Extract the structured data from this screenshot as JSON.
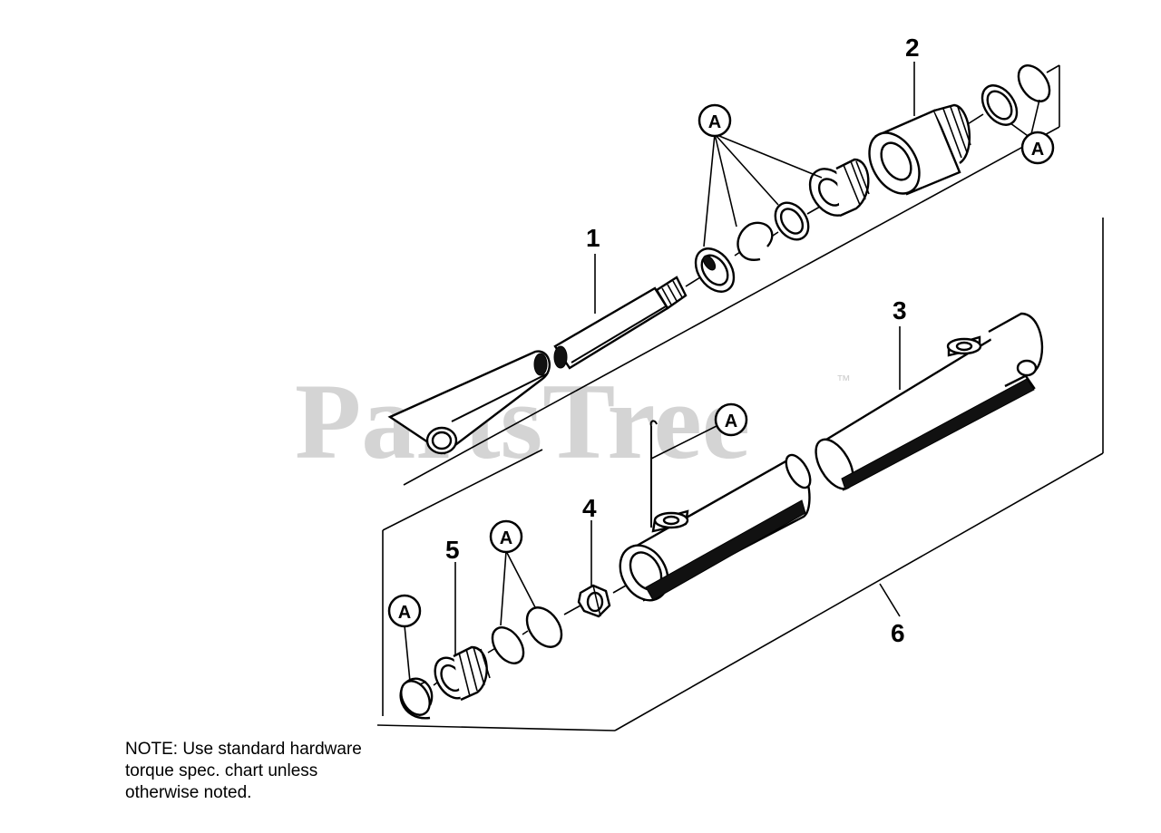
{
  "watermark": {
    "brand": "PartsTree",
    "trademark": "™"
  },
  "callouts": {
    "part_1": "1",
    "part_2": "2",
    "part_3": "3",
    "part_4": "4",
    "part_5": "5",
    "part_6": "6",
    "kit": "A"
  },
  "note": "NOTE: Use standard hardware\ntorque spec. chart unless\notherwise noted."
}
